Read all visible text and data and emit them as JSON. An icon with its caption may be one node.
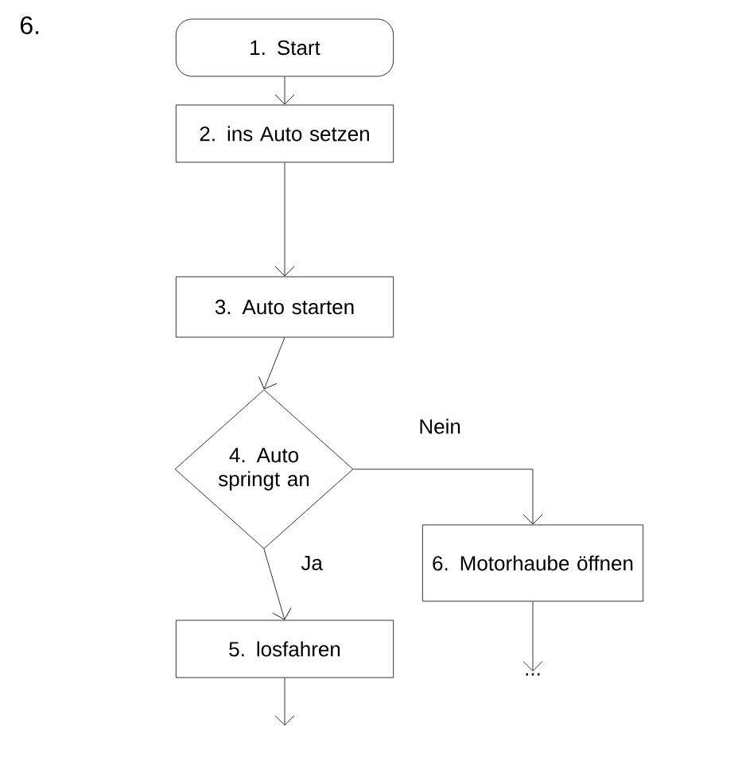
{
  "diagram": {
    "nodes": [
      {
        "text": [
          "1. Start"
        ]
      },
      {
        "text": [
          "2. ins Auto setzen"
        ]
      },
      {
        "text": [
          "3. Auto starten"
        ]
      },
      {
        "text": [
          "4. Auto springt an"
        ]
      },
      {
        "text": [
          "6. Motorhaube öffnen"
        ]
      },
      {
        "text": [
          "5. losfahren"
        ]
      },
      {
        "text": [
          "..."
        ]
      }
    ],
    "edges": [
      {
        "from": 0,
        "to": 1,
        "arrow": "to"
      },
      {
        "from": 1,
        "to": 2,
        "arrow": "to"
      },
      {
        "from": 2,
        "to": 3,
        "arrow": "to"
      },
      {
        "from": 3,
        "to": 4,
        "arrow": "to",
        "label": "Nein"
      },
      {
        "from": 3,
        "to": 5,
        "arrow": "to",
        "label": "Ja"
      },
      {
        "from": 4,
        "to": 6,
        "arrow": "to"
      },
      {
        "from": 5,
        "to": null,
        "arrow": "to"
      }
    ],
    "labels": [
      "6."
    ]
  }
}
